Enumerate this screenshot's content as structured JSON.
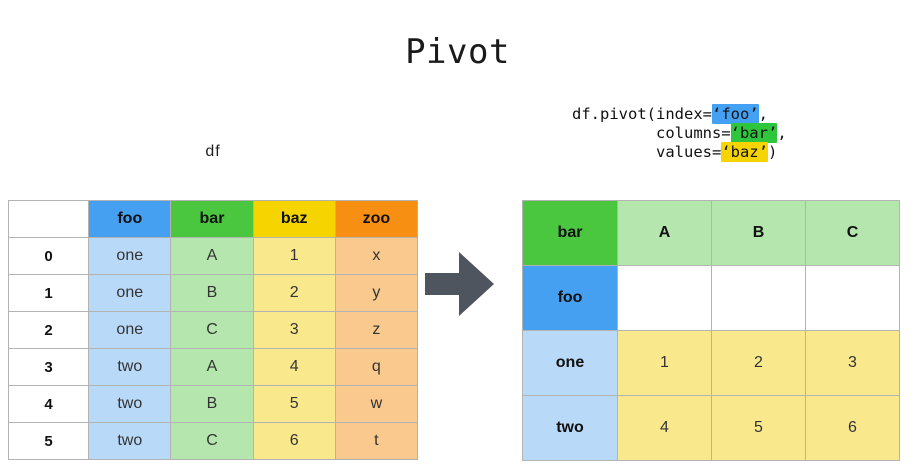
{
  "title": "Pivot",
  "df_caption": "df",
  "colors": {
    "blue": "#45a0f2",
    "green": "#4ac73f",
    "yellow": "#f5d400",
    "orange": "#f78f12",
    "blue_light": "#b9d9f8",
    "green_light": "#b5e6ae",
    "yellow_light": "#f9e98c",
    "orange_light": "#f9c98e",
    "arrow": "#4e555f",
    "border": "#b3b3b3"
  },
  "code": {
    "line1_prefix": "df.pivot(index=",
    "line1_arg": "‘foo’",
    "line1_suffix": ",",
    "line2_prefix": "         columns=",
    "line2_arg": "‘bar’",
    "line2_suffix": ",",
    "line3_prefix": "         values=",
    "line3_arg": "‘baz’",
    "line3_suffix": ")"
  },
  "arrow": {
    "icon": "right-block-arrow-icon"
  },
  "source_table": {
    "corner_label": "",
    "headers": [
      "foo",
      "bar",
      "baz",
      "zoo"
    ],
    "index": [
      "0",
      "1",
      "2",
      "3",
      "4",
      "5"
    ],
    "rows": [
      [
        "one",
        "A",
        "1",
        "x"
      ],
      [
        "one",
        "B",
        "2",
        "y"
      ],
      [
        "one",
        "C",
        "3",
        "z"
      ],
      [
        "two",
        "A",
        "4",
        "q"
      ],
      [
        "two",
        "B",
        "5",
        "w"
      ],
      [
        "two",
        "C",
        "6",
        "t"
      ]
    ]
  },
  "pivot_table": {
    "col_axis_label": "bar",
    "row_axis_label": "foo",
    "column_headers": [
      "A",
      "B",
      "C"
    ],
    "blank_row": [
      "",
      "",
      ""
    ],
    "row_headers": [
      "one",
      "two"
    ],
    "values": [
      [
        "1",
        "2",
        "3"
      ],
      [
        "4",
        "5",
        "6"
      ]
    ]
  }
}
